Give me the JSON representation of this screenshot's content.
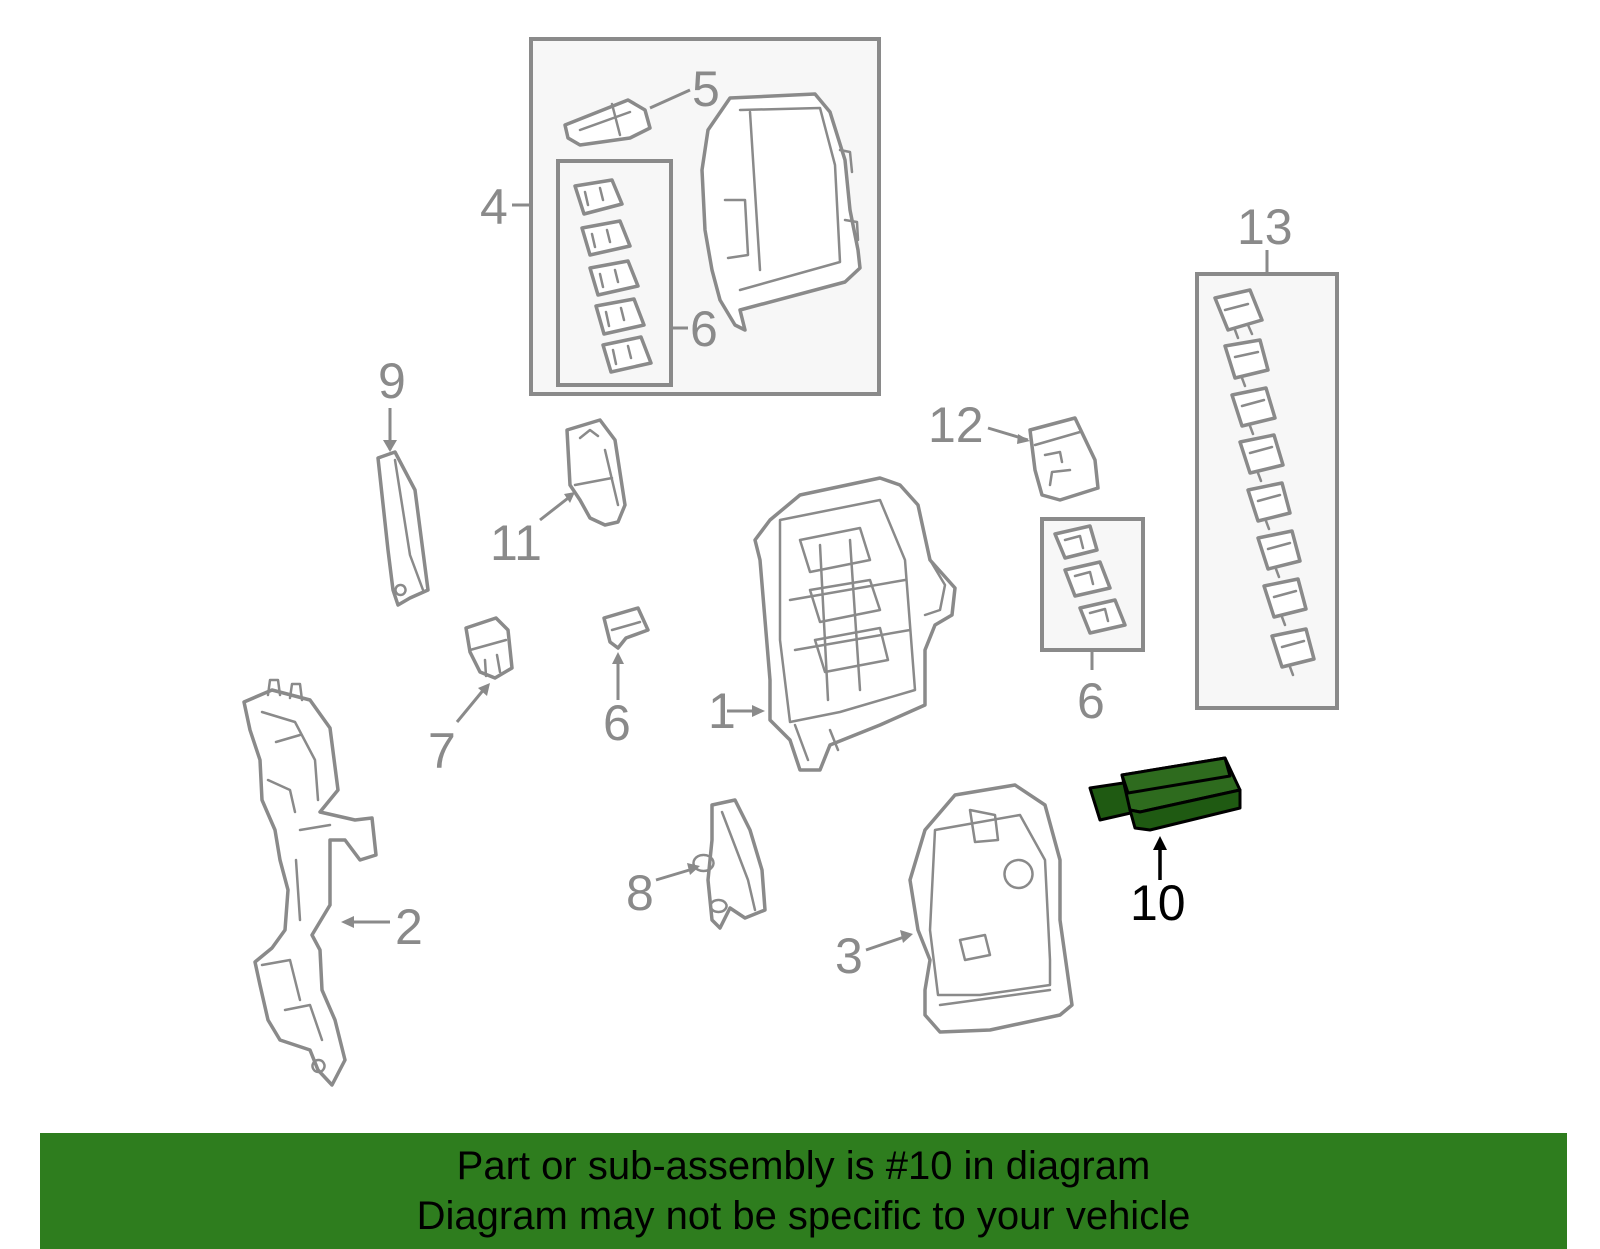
{
  "callouts": [
    {
      "id": "1",
      "text": "1"
    },
    {
      "id": "2",
      "text": "2"
    },
    {
      "id": "3",
      "text": "3"
    },
    {
      "id": "4",
      "text": "4"
    },
    {
      "id": "5",
      "text": "5"
    },
    {
      "id": "6a",
      "text": "6"
    },
    {
      "id": "6b",
      "text": "6"
    },
    {
      "id": "6c",
      "text": "6"
    },
    {
      "id": "7",
      "text": "7"
    },
    {
      "id": "8",
      "text": "8"
    },
    {
      "id": "9",
      "text": "9"
    },
    {
      "id": "10",
      "text": "10"
    },
    {
      "id": "11",
      "text": "11"
    },
    {
      "id": "12",
      "text": "12"
    },
    {
      "id": "13",
      "text": "13"
    }
  ],
  "highlighted_part": "10",
  "banner": {
    "line1": "Part or sub-assembly is #10 in diagram",
    "line2": "Diagram may not be specific to your vehicle"
  },
  "colors": {
    "banner": "#2e7d1e",
    "highlight": "#2e6b1e",
    "outline": "#8a8a8a"
  }
}
